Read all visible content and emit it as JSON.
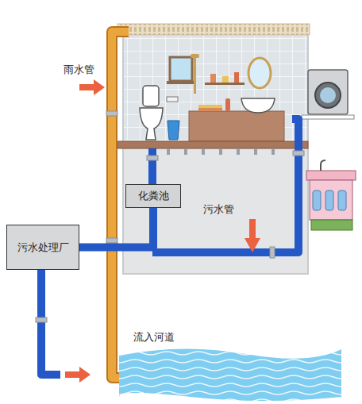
{
  "diagram": {
    "nodes": [
      {
        "text": [
          "化粪池"
        ]
      },
      {
        "text": [
          "污水处理厂"
        ]
      }
    ],
    "edges": [
      {
        "from": 0,
        "to": 1,
        "arrow": "none"
      }
    ],
    "labels": [
      "雨水管",
      "污水管",
      "流入河道"
    ]
  }
}
